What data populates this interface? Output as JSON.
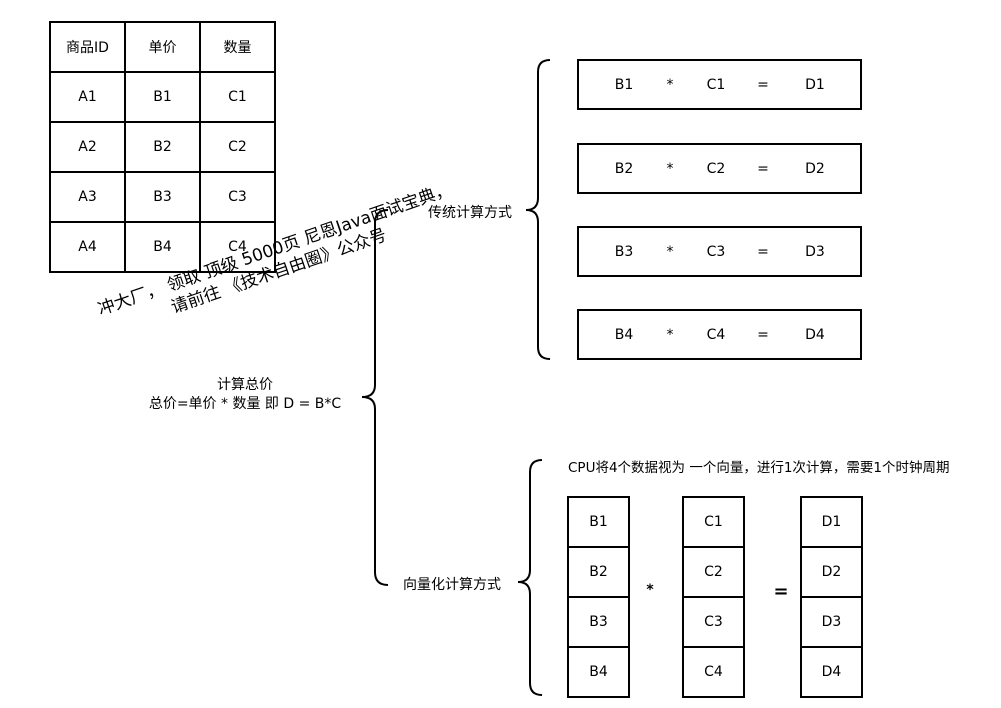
{
  "table": {
    "headers": [
      "商品ID",
      "单价",
      "数量"
    ],
    "rows": [
      [
        "A1",
        "B1",
        "C1"
      ],
      [
        "A2",
        "B2",
        "C2"
      ],
      [
        "A3",
        "B3",
        "C3"
      ],
      [
        "A4",
        "B4",
        "C4"
      ]
    ]
  },
  "watermark": {
    "line1": "冲大厂， 领取 顶级 5000页 尼恩Java面试宝典，",
    "line2": "请前往 《技术自由圈》公众号"
  },
  "center": {
    "title": "计算总价",
    "formula": "总价=单价 * 数量 即 D = B*C"
  },
  "traditional": {
    "label": "传统计算方式",
    "rows": [
      {
        "b": "B1",
        "op": "*",
        "c": "C1",
        "eq": "=",
        "d": "D1"
      },
      {
        "b": "B2",
        "op": "*",
        "c": "C2",
        "eq": "=",
        "d": "D2"
      },
      {
        "b": "B3",
        "op": "*",
        "c": "C3",
        "eq": "=",
        "d": "D3"
      },
      {
        "b": "B4",
        "op": "*",
        "c": "C4",
        "eq": "=",
        "d": "D4"
      }
    ]
  },
  "vectorized": {
    "label": "向量化计算方式",
    "note": "CPU将4个数据视为 一个向量，进行1次计算，需要1个时钟周期",
    "b": [
      "B1",
      "B2",
      "B3",
      "B4"
    ],
    "c": [
      "C1",
      "C2",
      "C3",
      "C4"
    ],
    "d": [
      "D1",
      "D2",
      "D3",
      "D4"
    ],
    "op": "*",
    "eq": "="
  }
}
